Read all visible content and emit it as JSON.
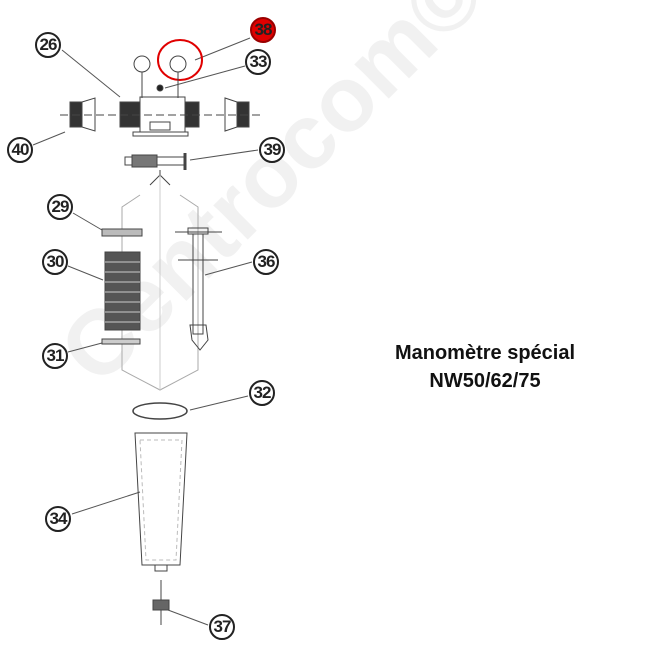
{
  "callouts": {
    "c26": "26",
    "c38": "38",
    "c33": "33",
    "c40": "40",
    "c39": "39",
    "c29": "29",
    "c30": "30",
    "c36": "36",
    "c31": "31",
    "c32": "32",
    "c34": "34",
    "c37": "37"
  },
  "highlight_color": "#e00000",
  "title": {
    "line1": "Manomètre spécial",
    "line2": "NW50/62/75"
  },
  "watermark": "Centrocom©"
}
